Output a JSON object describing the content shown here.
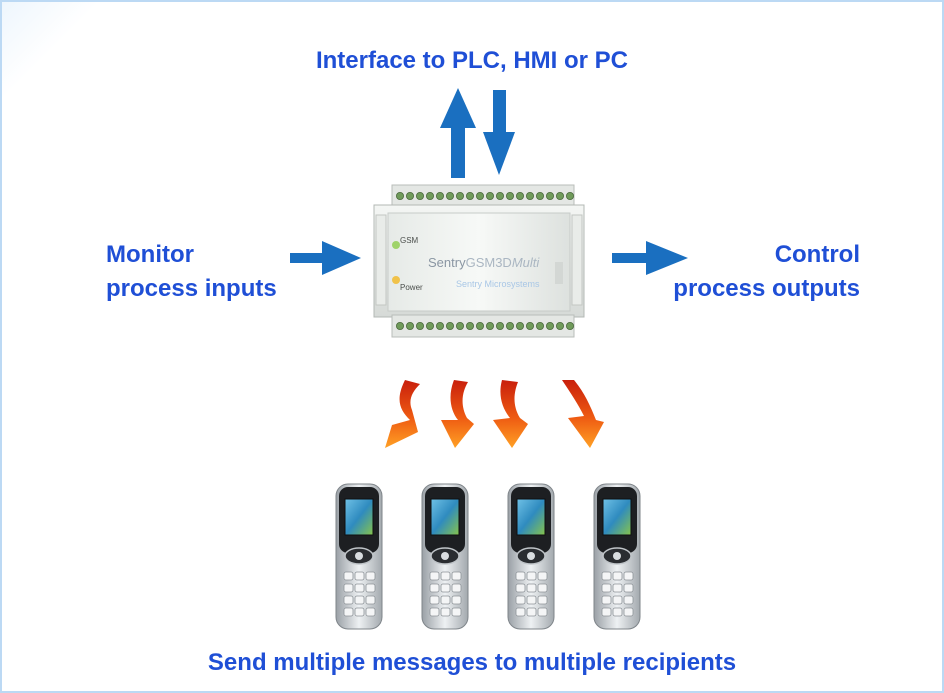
{
  "labels": {
    "interface": "Interface to PLC, HMI or PC",
    "monitor_line1": "Monitor",
    "monitor_line2": "process inputs",
    "control_line1": "Control",
    "control_line2": "process outputs",
    "send": "Send multiple messages to multiple recipients"
  },
  "device": {
    "brand_prefix": "Sentry",
    "brand_model": "GSM3D",
    "brand_suffix": "Multi",
    "sub_brand": "Sentry Microsystems",
    "led_gsm": "GSM",
    "led_power": "Power"
  },
  "colors": {
    "label_blue": "#1f4fd6",
    "arrow_blue": "#1a6fc0",
    "arrow_orange": "#f2811f",
    "arrow_red": "#d92a12"
  },
  "phones": {
    "count": 4
  }
}
